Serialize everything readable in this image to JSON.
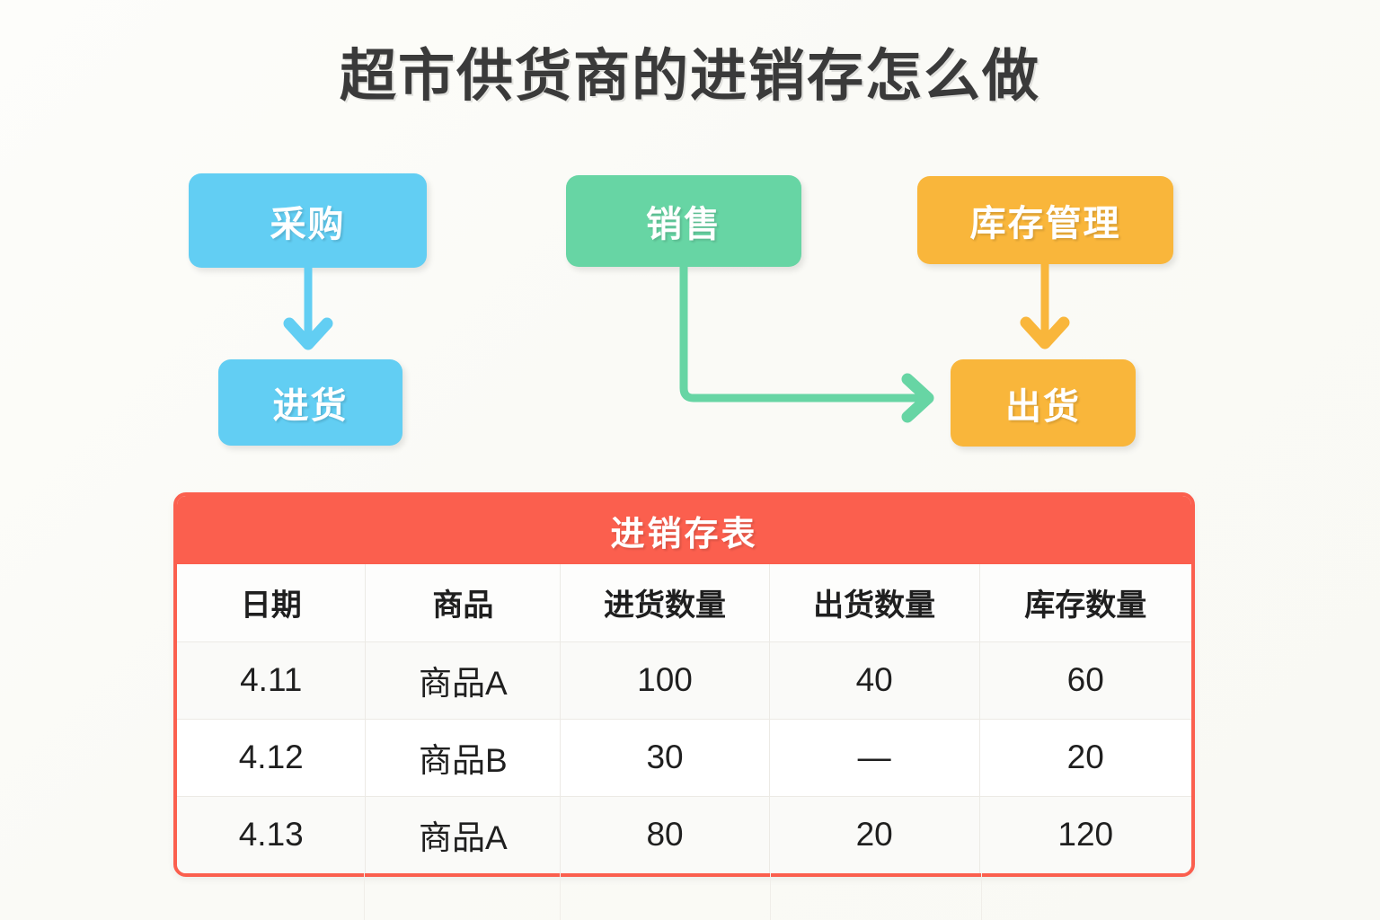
{
  "page": {
    "title": "超市供货商的进销存怎么做",
    "background_color": "#fbfbf8"
  },
  "flow": {
    "boxes": [
      {
        "id": "caigou",
        "label": "采购",
        "color": "#62CEF3",
        "group": "purchase"
      },
      {
        "id": "jinhuo",
        "label": "进货",
        "color": "#62CEF3",
        "group": "purchase"
      },
      {
        "id": "xiaoshou",
        "label": "销售",
        "color": "#67D5A4",
        "group": "sales"
      },
      {
        "id": "kucun",
        "label": "库存管理",
        "color": "#F9B63B",
        "group": "inventory"
      },
      {
        "id": "chuhuo",
        "label": "出货",
        "color": "#F9B63B",
        "group": "inventory"
      }
    ],
    "arrows": [
      {
        "id": "caigou-to-jinhuo",
        "from": "caigou",
        "to": "jinhuo",
        "color": "#62CEF3",
        "shape": "straight-down"
      },
      {
        "id": "xiaoshou-to-chuhuo",
        "from": "xiaoshou",
        "to": "chuhuo",
        "color": "#67D5A4",
        "shape": "elbow-down-right"
      },
      {
        "id": "kucun-to-chuhuo",
        "from": "kucun",
        "to": "chuhuo",
        "color": "#F9B63B",
        "shape": "straight-down"
      }
    ]
  },
  "table": {
    "title": "进销存表",
    "header_color": "#FB5F4E",
    "columns": [
      "日期",
      "商品",
      "进货数量",
      "出货数量",
      "库存数量"
    ],
    "rows": [
      {
        "date": "4.11",
        "product": "商品A",
        "in_qty": "100",
        "out_qty": "40",
        "stock_qty": "60"
      },
      {
        "date": "4.12",
        "product": "商品B",
        "in_qty": "30",
        "out_qty": "—",
        "stock_qty": "20"
      },
      {
        "date": "4.13",
        "product": "商品A",
        "in_qty": "80",
        "out_qty": "20",
        "stock_qty": "120"
      }
    ]
  }
}
